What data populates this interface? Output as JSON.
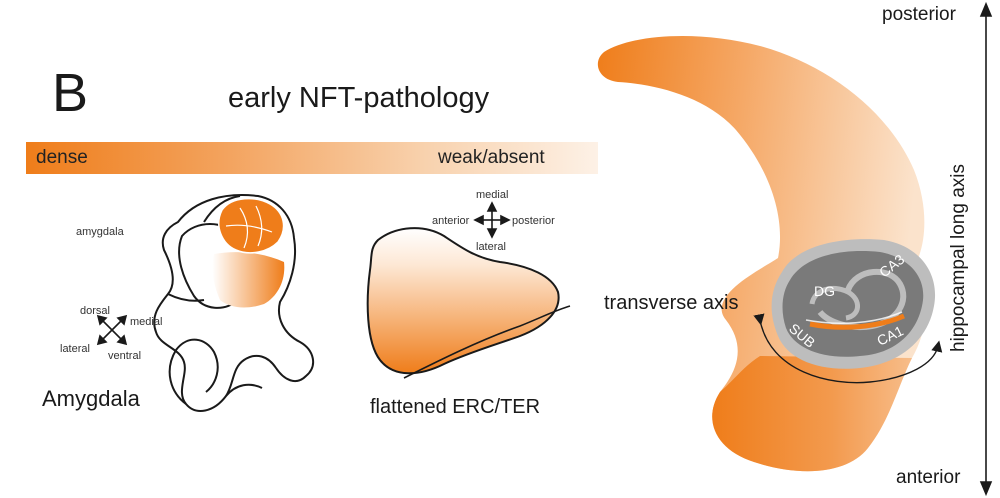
{
  "panel": {
    "letter": "B",
    "title": "early NFT-pathology"
  },
  "gradient_bar": {
    "left_label": "dense",
    "right_label": "weak/absent",
    "color_dense": "#ef7d1a",
    "color_weak": "#fdf1e6"
  },
  "amygdala": {
    "caption": "Amygdala",
    "label_top": "amygdala",
    "orientation": {
      "top": "dorsal",
      "right": "medial",
      "left": "lateral",
      "bottom": "ventral"
    }
  },
  "erc": {
    "caption": "flattened ERC/TER",
    "orientation": {
      "top": "medial",
      "left": "anterior",
      "right": "posterior",
      "bottom": "lateral"
    }
  },
  "hippocampus": {
    "transverse_axis": "transverse axis",
    "long_axis": "hippocampal long axis",
    "top_end": "posterior",
    "bottom_end": "anterior",
    "subfields": [
      "DG",
      "CA3",
      "SUB",
      "CA1"
    ]
  },
  "colors": {
    "accent_orange": "#ef7d1a",
    "outline": "#1a1a1a",
    "section_gray": "#7a7a7a"
  }
}
